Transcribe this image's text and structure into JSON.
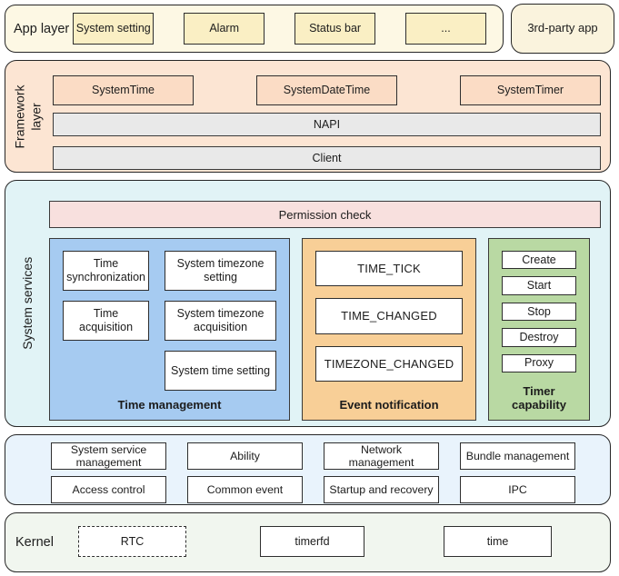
{
  "colors": {
    "app_layer_bg": "#fdf8e4",
    "app_box_bg": "#faefc4",
    "third_party_bg": "#faf3dd",
    "framework_bg": "#fce5d3",
    "framework_box_bg": "#fbdcc5",
    "gray_bar_bg": "#e9e9e9",
    "services_bg": "#e1f3f6",
    "permission_bg": "#f8e0de",
    "time_management_bg": "#a6cbf1",
    "event_notification_bg": "#f8cf97",
    "timer_capability_bg": "#b9d9a3",
    "platform_bg": "#e9f3fc",
    "kernel_bg": "#f1f6ef",
    "border": "#2e2e2e"
  },
  "app_layer": {
    "label": "App layer",
    "boxes": [
      "System setting",
      "Alarm",
      "Status bar",
      "..."
    ]
  },
  "third_party": {
    "label": "3rd-party app"
  },
  "framework_layer": {
    "label": "Framework layer",
    "boxes": [
      "SystemTime",
      "SystemDateTime",
      "SystemTimer"
    ],
    "bars": [
      "NAPI",
      "Client"
    ]
  },
  "system_services": {
    "label": "System services",
    "permission_bar": "Permission check",
    "panels": [
      {
        "title": "Time management",
        "columns": [
          [
            "Time synchronization",
            "Time acquisition"
          ],
          [
            "System timezone setting",
            "System timezone acquisition",
            "System time setting"
          ]
        ]
      },
      {
        "title": "Event notification",
        "items": [
          "TIME_TICK",
          "TIME_CHANGED",
          "TIMEZONE_CHANGED"
        ]
      },
      {
        "title": "Timer capability",
        "items": [
          "Create",
          "Start",
          "Stop",
          "Destroy",
          "Proxy"
        ]
      }
    ]
  },
  "platform_services": {
    "rows": [
      [
        "System service management",
        "Ability",
        "Network management",
        "Bundle management"
      ],
      [
        "Access control",
        "Common event",
        "Startup and recovery",
        "IPC"
      ]
    ]
  },
  "kernel": {
    "label": "Kernel",
    "boxes": [
      "RTC",
      "timerfd",
      "time"
    ]
  }
}
